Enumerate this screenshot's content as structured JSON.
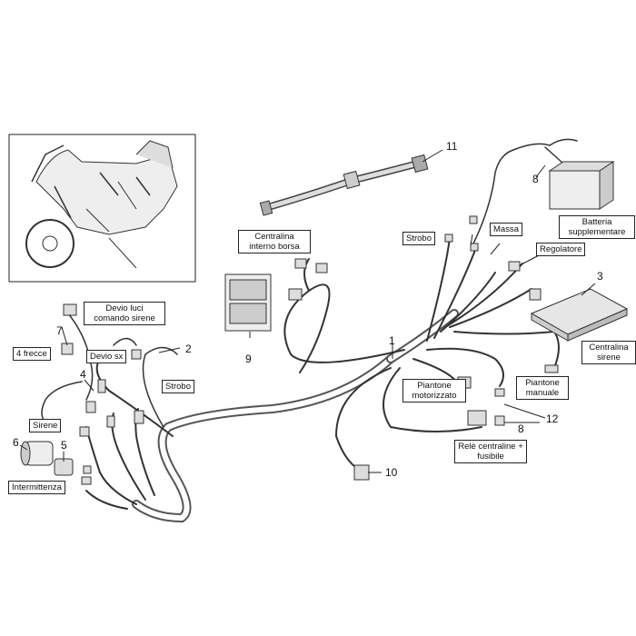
{
  "diagram": {
    "part_numbers": {
      "n1": "1",
      "n2": "2",
      "n3": "3",
      "n4": "4",
      "n5": "5",
      "n6": "6",
      "n7": "7",
      "n8a": "8",
      "n8b": "8",
      "n9": "9",
      "n10": "10",
      "n11": "11",
      "n12": "12"
    },
    "labels": {
      "devio_luci": "Devio luci comando sirene",
      "quattro_frecce": "4 frecce",
      "devio_sx": "Devio sx",
      "strobo_left": "Strobo",
      "sirene": "Sirene",
      "intermittenza": "Intermittenza",
      "centralina_borsa": "Centralina interno borsa",
      "strobo_right": "Strobo",
      "massa": "Massa",
      "regolatore": "Regolatore",
      "batteria": "Batteria supplementare",
      "centralina_sirene": "Centralina sirene",
      "piantone_motorizzato": "Piantone motorizzato",
      "piantone_manuale": "Piantone manuale",
      "rele": "Relè centraline + fusibile"
    }
  }
}
